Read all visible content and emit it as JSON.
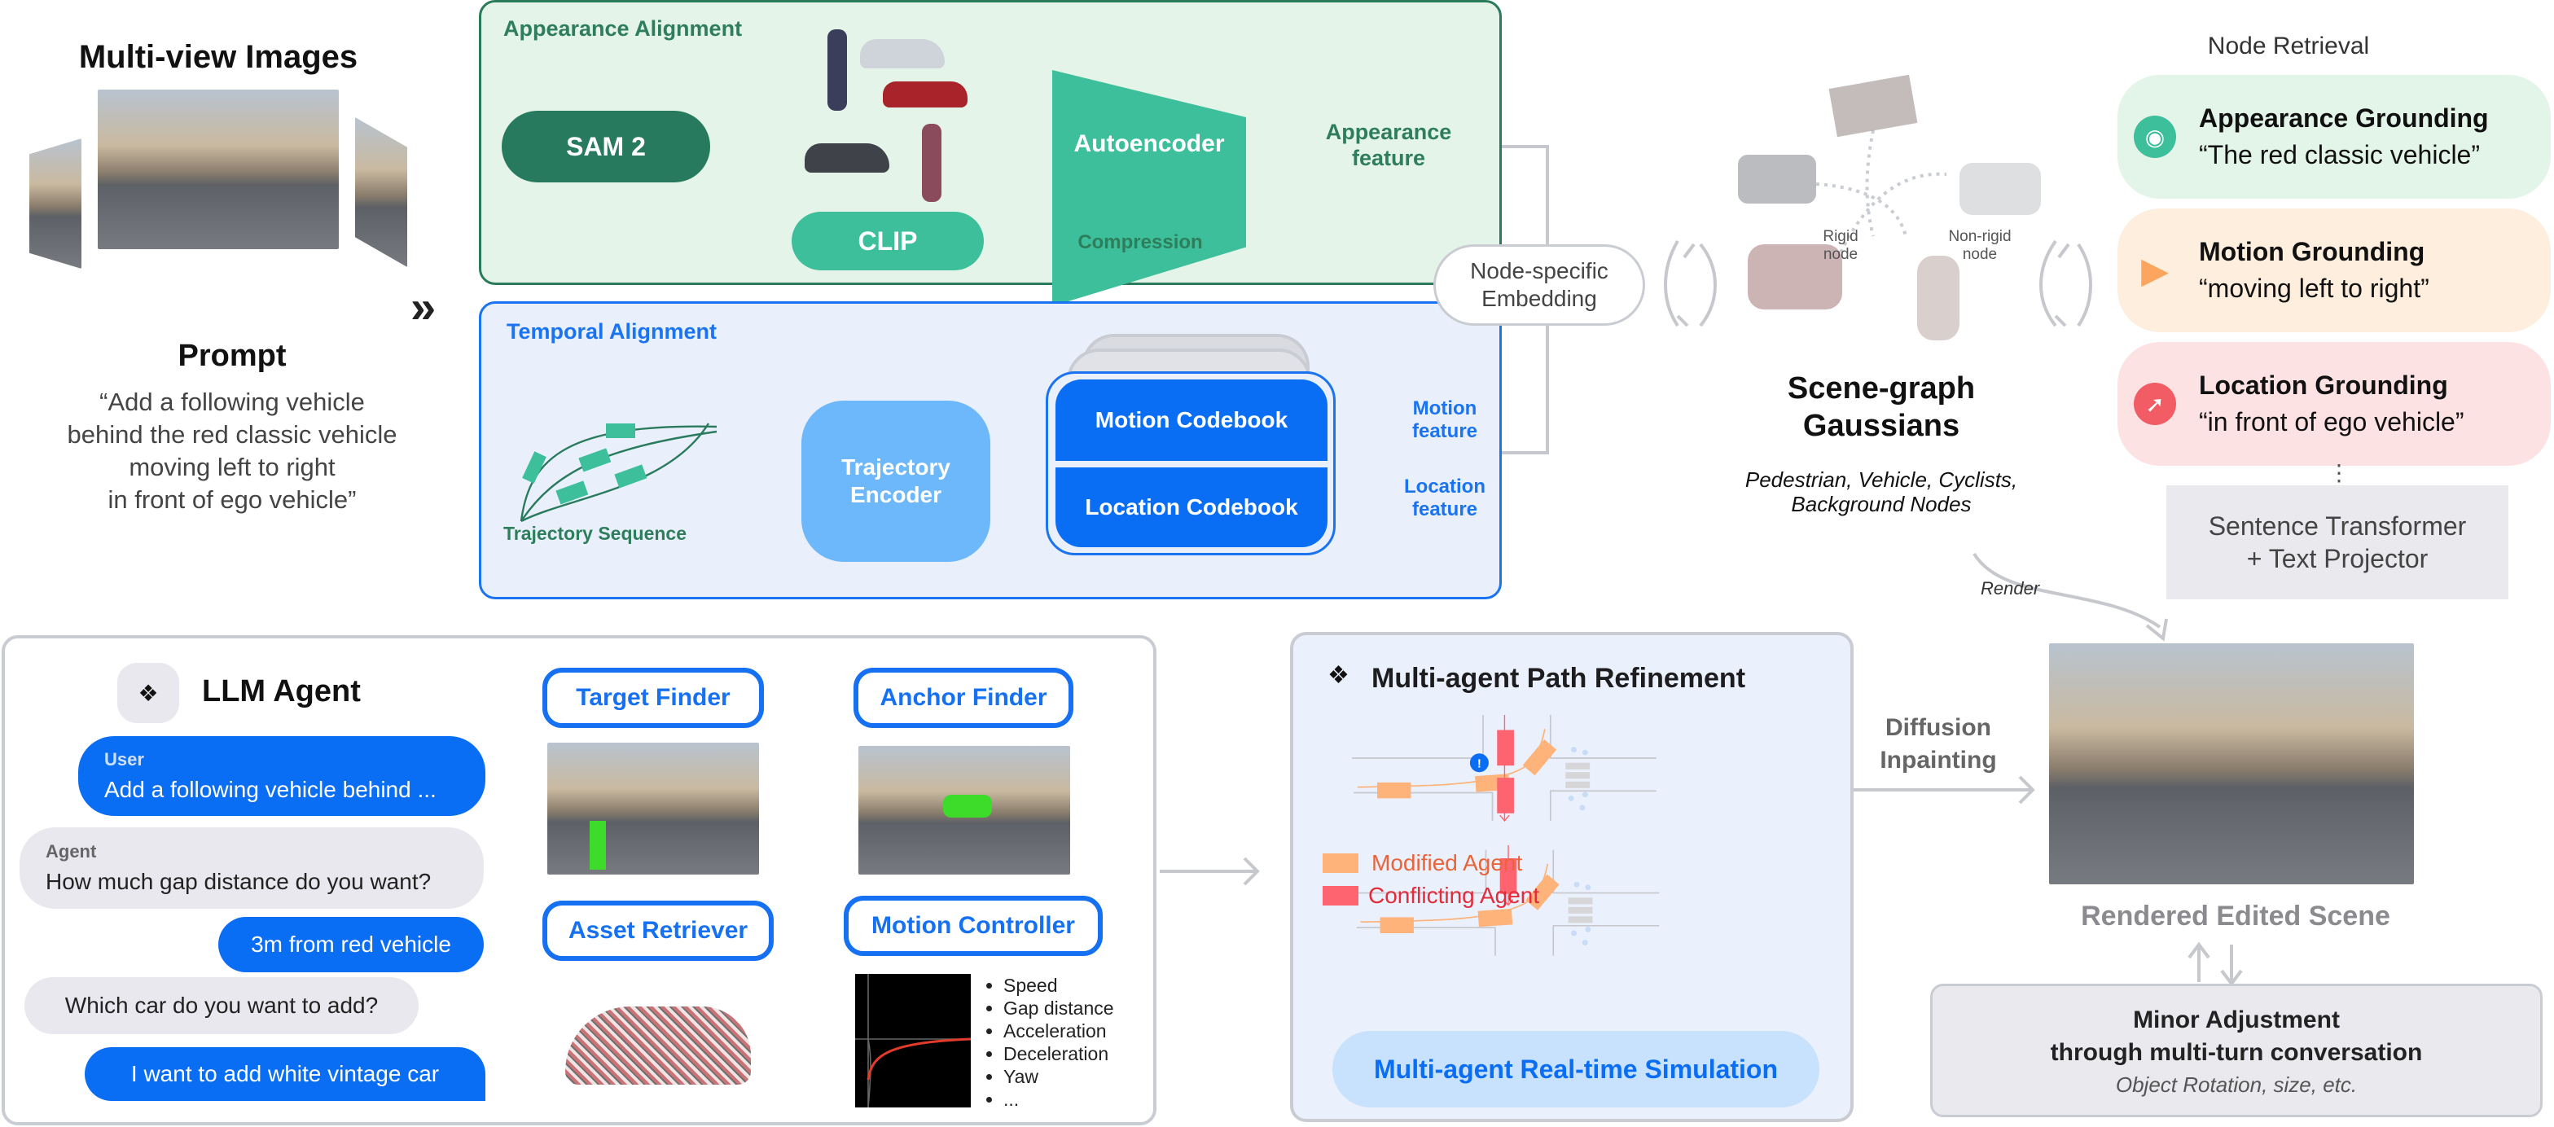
{
  "input": {
    "title": "Multi-view Images",
    "prompt_title": "Prompt",
    "prompt_lines": [
      "“Add a following vehicle",
      "behind the red classic vehicle",
      "moving left to right",
      "in front of ego vehicle”"
    ]
  },
  "appearance": {
    "title": "Appearance Alignment",
    "sam": "SAM 2",
    "clip": "CLIP",
    "autoencoder": "Autoencoder",
    "compression": "Compression",
    "feature": [
      "Appearance",
      "feature"
    ]
  },
  "temporal": {
    "title": "Temporal Alignment",
    "trajectory_label": "Trajectory Sequence",
    "encoder": [
      "Trajectory",
      "Encoder"
    ],
    "motion_codebook": "Motion Codebook",
    "location_codebook": "Location Codebook",
    "motion_feature": [
      "Motion",
      "feature"
    ],
    "location_feature": [
      "Location",
      "feature"
    ]
  },
  "embedding": [
    "Node-specific",
    "Embedding"
  ],
  "scene_graph": {
    "rigid": [
      "Rigid",
      "node"
    ],
    "nonrigid": [
      "Non-rigid",
      "node"
    ],
    "title": [
      "Scene-graph",
      "Gaussians"
    ],
    "subtitle": [
      "Pedestrian, Vehicle, Cyclists,",
      "Background Nodes"
    ],
    "render": "Render"
  },
  "retrieval": {
    "title": "Node Retrieval",
    "cards": [
      {
        "title": "Appearance Grounding",
        "text": "“The red classic vehicle”",
        "icon": "eye-icon",
        "bg": "#e3f4e8",
        "color": "#3dbf9c"
      },
      {
        "title": "Motion Grounding",
        "text": "“moving left to right”",
        "icon": "play-icon",
        "bg": "#fdeedd",
        "color": "#fba55e"
      },
      {
        "title": "Location Grounding",
        "text": "“in front of ego vehicle”",
        "icon": "compass-icon",
        "bg": "#fde2e4",
        "color": "#f25c64"
      }
    ],
    "ellipsis": "⋮",
    "projector": [
      "Sentence Transformer",
      "+ Text Projector"
    ]
  },
  "llm": {
    "title": "LLM Agent",
    "messages": [
      {
        "role": "User",
        "text": "Add a following vehicle behind ..."
      },
      {
        "role": "Agent",
        "text": "How much gap distance do you want?"
      },
      {
        "role": "",
        "text": "3m from red vehicle"
      },
      {
        "role": "",
        "text": "Which car do you want to add?"
      },
      {
        "role": "",
        "text": "I want to add white vintage car"
      }
    ],
    "tools": [
      "Target Finder",
      "Anchor Finder",
      "Asset Retriever",
      "Motion Controller"
    ],
    "motion_params": [
      "Speed",
      "Gap distance",
      "Acceleration",
      "Deceleration",
      "Yaw",
      "..."
    ]
  },
  "refinement": {
    "title": "Multi-agent Path Refinement",
    "legend_modified": "Modified Agent",
    "legend_conflicting": "Conflicting Agent",
    "simulation": "Multi-agent Real-time Simulation",
    "colors": {
      "modified": "#fdb37a",
      "conflicting": "#fd6470",
      "warning": "#0a6ef5"
    }
  },
  "output": {
    "diffusion": [
      "Diffusion",
      "Inpainting"
    ],
    "rendered": "Rendered Edited Scene",
    "adjust": [
      "Minor Adjustment",
      "through multi-turn conversation"
    ],
    "adjust_sub": "Object Rotation, size, etc."
  }
}
